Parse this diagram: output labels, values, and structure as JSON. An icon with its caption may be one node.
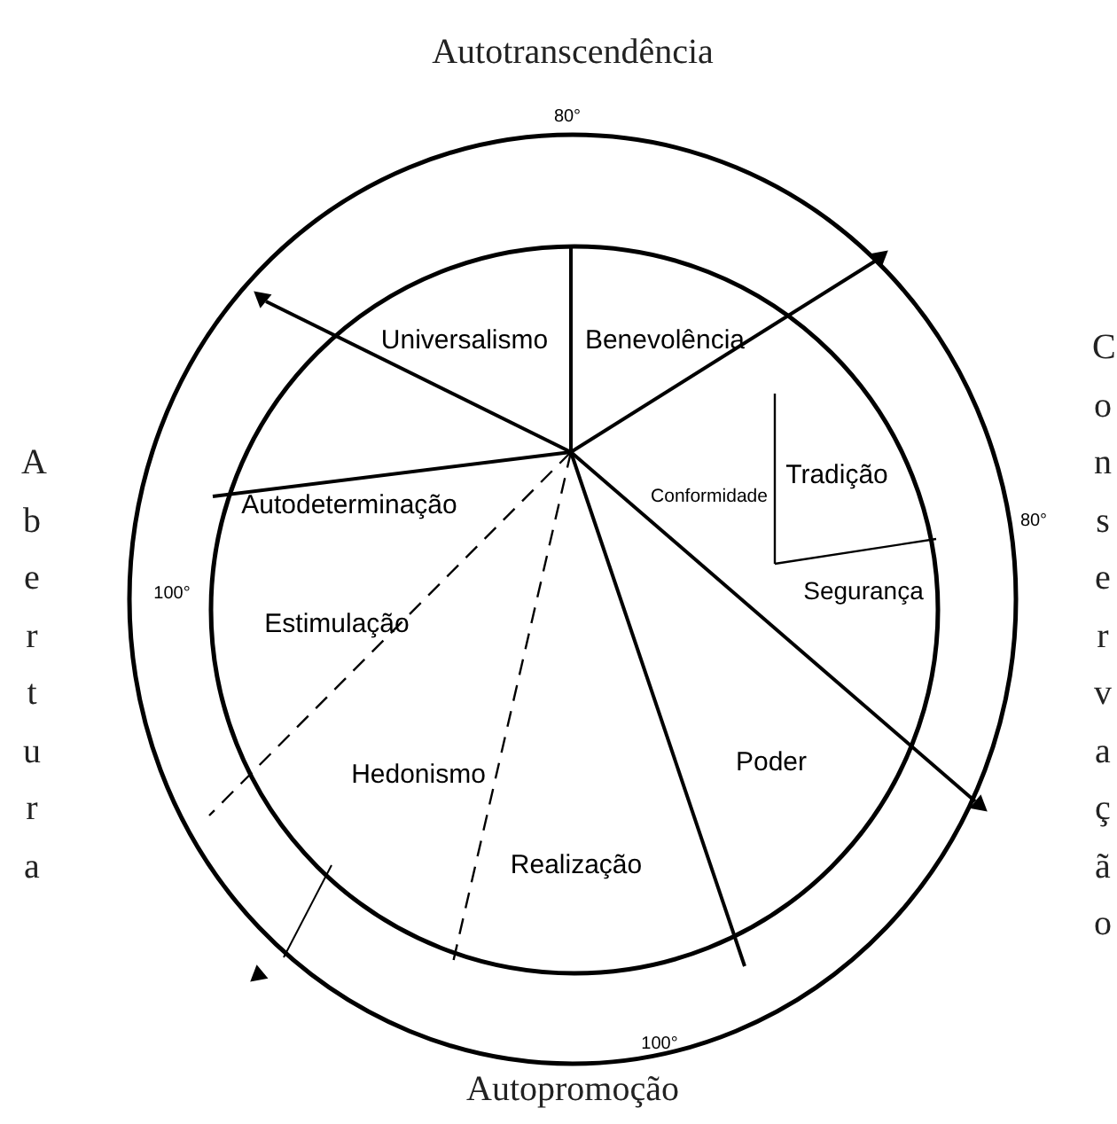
{
  "diagram": {
    "nodes": [
      {
        "text": [
          "Universalismo"
        ]
      },
      {
        "text": [
          "Benevolência"
        ]
      },
      {
        "text": [
          "Tradição"
        ]
      },
      {
        "text": [
          "Conformidade"
        ]
      },
      {
        "text": [
          "Autodeterminação"
        ]
      },
      {
        "text": [
          "Segurança"
        ]
      },
      {
        "text": [
          "Estimulação"
        ]
      },
      {
        "text": [
          "Poder"
        ]
      },
      {
        "text": [
          "Hedonismo"
        ]
      },
      {
        "text": [
          "Realização"
        ]
      }
    ],
    "labels": [
      "Autotranscendência",
      "80°",
      "Abertura",
      "Conservação",
      "80°",
      "100°",
      "100°",
      "Autopromoção"
    ]
  }
}
